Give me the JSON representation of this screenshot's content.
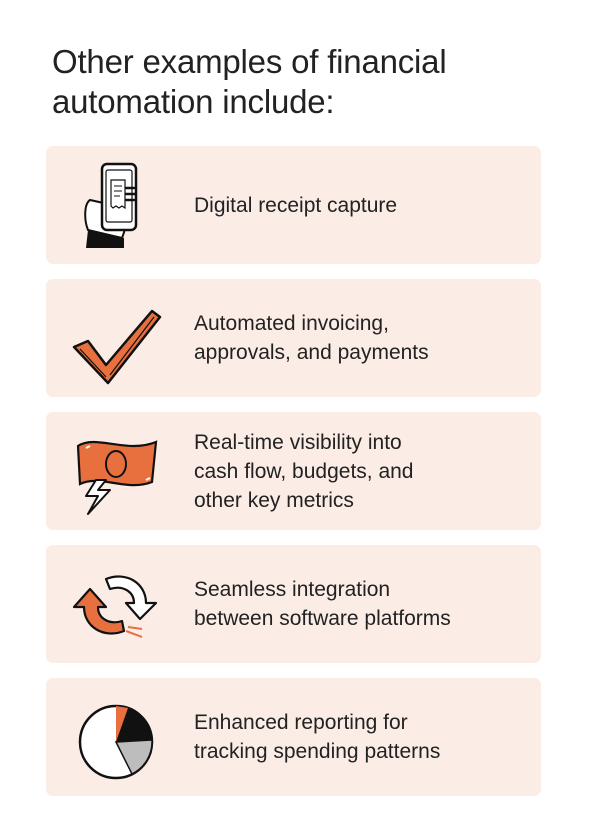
{
  "heading": "Other examples of financial\nautomation include:",
  "accent_color": "#e8703f",
  "card_background": "#fbede6",
  "items": [
    {
      "icon": "phone-receipt-icon",
      "label": "Digital receipt capture"
    },
    {
      "icon": "checkmark-icon",
      "label": "Automated invoicing,\napprovals, and payments"
    },
    {
      "icon": "money-lightning-icon",
      "label": "Real-time visibility into\ncash flow, budgets, and\nother key metrics"
    },
    {
      "icon": "sync-arrows-icon",
      "label": "Seamless integration\nbetween software platforms"
    },
    {
      "icon": "pie-chart-icon",
      "label": "Enhanced reporting for\ntracking spending patterns"
    }
  ]
}
